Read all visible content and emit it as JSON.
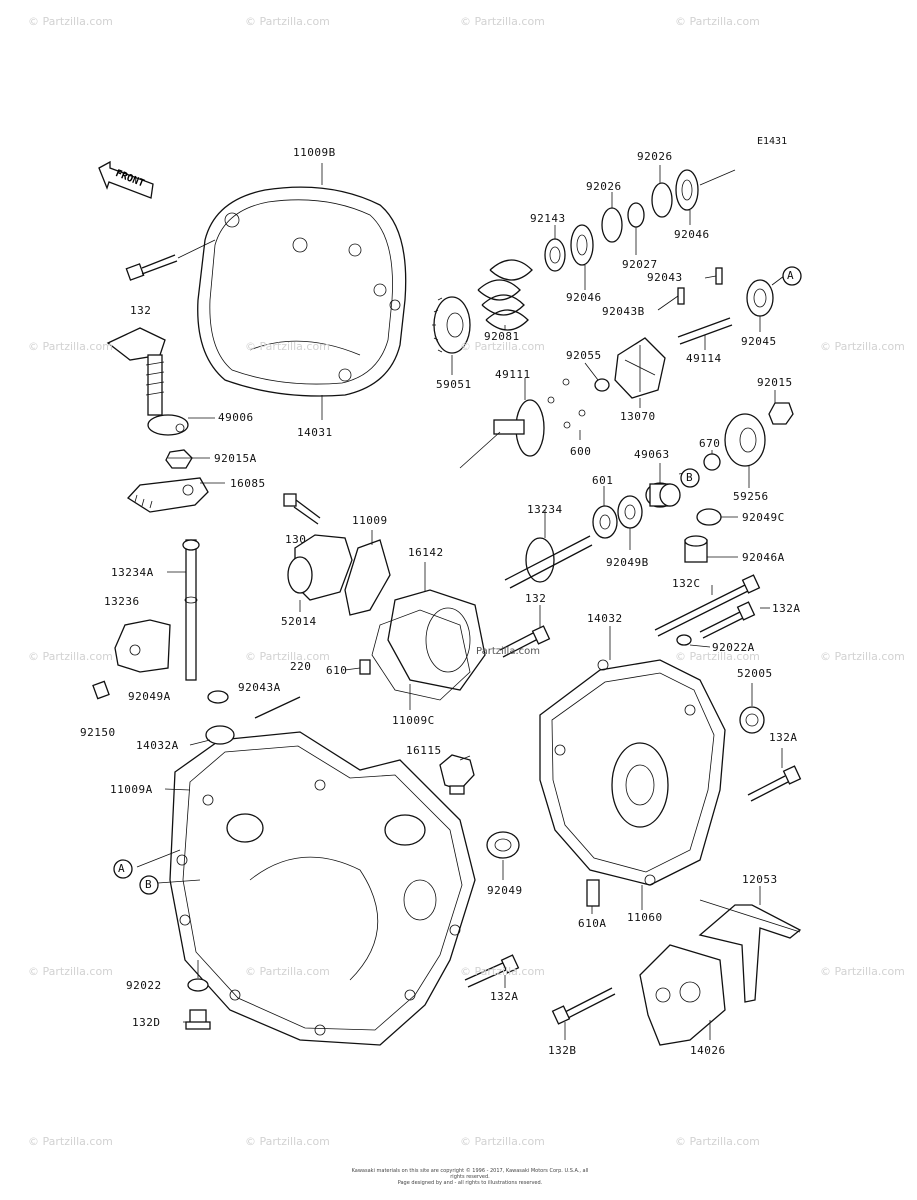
{
  "diagram_code": "E1431",
  "front_label": "FRONT",
  "watermarks": [
    "© Partzilla.com",
    "© Partzilla.com",
    "© Partzilla.com",
    "© Partzilla.com",
    "© Partzilla.com",
    "© Partzilla.com",
    "© Partzilla.com",
    "© Partzilla.com",
    "© Partzilla.com",
    "© Partzilla.com",
    "© Partzilla.com",
    "© Partzilla.com",
    "© Partzilla.com",
    "© Partzilla.com",
    "© Partzilla.com",
    "© Partzilla.com",
    "© Partzilla.com",
    "© Partzilla.com",
    "© Partzilla.com",
    "© Partzilla.com"
  ],
  "center_watermark": "Partzilla.com",
  "callouts": {
    "A": "A",
    "B": "B"
  },
  "parts": {
    "p11009B": "11009B",
    "p132_top": "132",
    "p49006": "49006",
    "p14031": "14031",
    "p92015A": "92015A",
    "p16085": "16085",
    "p130": "130",
    "p11009": "11009",
    "p16142": "16142",
    "p52014": "52014",
    "p13234A": "13234A",
    "p13236": "13236",
    "p92049A": "92049A",
    "p92043A": "92043A",
    "p220": "220",
    "p92150": "92150",
    "p610": "610",
    "p11009C": "11009C",
    "p14032A": "14032A",
    "p11009A": "11009A",
    "p16115": "16115",
    "p92049": "92049",
    "p92022": "92022",
    "p132D": "132D",
    "p132A_low": "132A",
    "p92026_a": "92026",
    "p92026_b": "92026",
    "p92143": "92143",
    "p92046_a": "92046",
    "p92046_b": "92046",
    "p92027": "92027",
    "p92043": "92043",
    "p92043B": "92043B",
    "p92081": "92081",
    "p59051": "59051",
    "p92045": "92045",
    "p49114": "49114",
    "p92055": "92055",
    "p49111": "49111",
    "p13070": "13070",
    "p600": "600",
    "p92015": "92015",
    "p670": "670",
    "p49063": "49063",
    "p601": "601",
    "p59256": "59256",
    "p13234": "13234",
    "p92049B": "92049B",
    "p92049C": "92049C",
    "p92046A": "92046A",
    "p132C": "132C",
    "p132_mid": "132",
    "p14032": "14032",
    "p132A_a": "132A",
    "p92022A": "92022A",
    "p52005": "52005",
    "p132A_b": "132A",
    "p610A": "610A",
    "p11060": "11060",
    "p12053": "12053",
    "p132B": "132B",
    "p14026": "14026"
  },
  "footer_lines": [
    "Kawasaki materials on this site are copyright © 1996 - 2017, Kawasaki Motors Corp. U.S.A., all rights reserved.",
    "Page designed by and - all rights to illustrations reserved."
  ]
}
